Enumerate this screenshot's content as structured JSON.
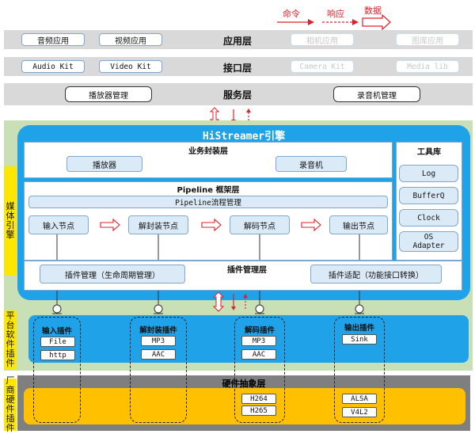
{
  "legend": {
    "command": "命令",
    "response": "响应",
    "data": "数据"
  },
  "app_layer": {
    "title": "应用层",
    "items": [
      "音频应用",
      "视频应用"
    ],
    "ghost_items": [
      "相机应用",
      "图库应用"
    ]
  },
  "interface_layer": {
    "title": "接口层",
    "items": [
      "Audio Kit",
      "Video Kit"
    ],
    "ghost_items": [
      "Camera Kit",
      "Media lib"
    ]
  },
  "service_layer": {
    "title": "服务层",
    "items": [
      "播放器管理",
      "录音机管理"
    ]
  },
  "engine": {
    "title": "HiStreamer引擎",
    "business": {
      "title": "业务封装层",
      "items": [
        "播放器",
        "录音机"
      ]
    },
    "pipeline": {
      "title": "Pipeline 框架层",
      "manager": "Pipeline流程管理",
      "nodes": [
        "输入节点",
        "解封装节点",
        "解码节点",
        "输出节点"
      ]
    },
    "plugin_mgmt": {
      "title": "插件管理层",
      "left": "插件管理（生命周期管理）",
      "right": "插件适配（功能接口转换）"
    },
    "tools": {
      "title": "工具库",
      "items": [
        "Log",
        "BufferQ",
        "Clock",
        "OS Adapter"
      ]
    }
  },
  "side_labels": {
    "media_engine": "媒体引擎",
    "platform_plugins": "平台软件插件",
    "vendor_plugins": "厂商硬件插件"
  },
  "hal": {
    "title": "硬件抽象层"
  },
  "plugins": [
    {
      "title": "输入插件",
      "platform": [
        "File",
        "http"
      ],
      "vendor": []
    },
    {
      "title": "解封装插件",
      "platform": [
        "MP3",
        "AAC"
      ],
      "vendor": []
    },
    {
      "title": "解码插件",
      "platform": [
        "MP3",
        "AAC"
      ],
      "vendor": [
        "H264",
        "H265"
      ]
    },
    {
      "title": "输出插件",
      "platform": [
        "Sink"
      ],
      "vendor": [
        "ALSA",
        "V4L2"
      ]
    }
  ]
}
